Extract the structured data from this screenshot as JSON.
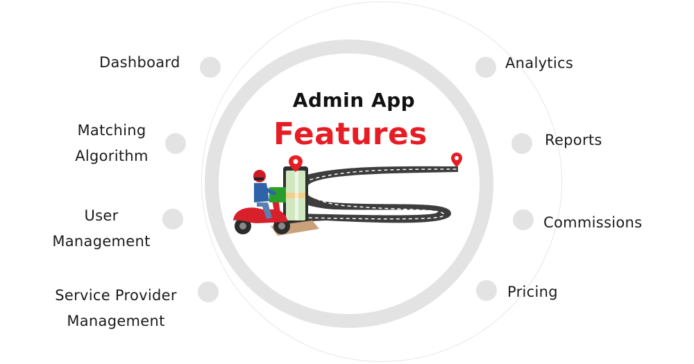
{
  "title": {
    "line1": "Admin App",
    "line2": "Features"
  },
  "features_left": [
    {
      "id": "dashboard",
      "lines": [
        "Dashboard"
      ]
    },
    {
      "id": "matching-algorithm",
      "lines": [
        "Matching",
        "Algorithm"
      ]
    },
    {
      "id": "user-management",
      "lines": [
        "User",
        "Management"
      ]
    },
    {
      "id": "service-provider-management",
      "lines": [
        "Service Provider",
        "Management"
      ]
    }
  ],
  "features_right": [
    {
      "id": "analytics",
      "lines": [
        "Analytics"
      ]
    },
    {
      "id": "reports",
      "lines": [
        "Reports"
      ]
    },
    {
      "id": "commissions",
      "lines": [
        "Commissions"
      ]
    },
    {
      "id": "pricing",
      "lines": [
        "Pricing"
      ]
    }
  ],
  "colors": {
    "accent": "#e51e25",
    "ring": "#e3e3e3",
    "text": "#1a1a1a"
  },
  "icons": {
    "illustration": "delivery-scooter-road-illustration",
    "pin": "map-pin-icon"
  }
}
